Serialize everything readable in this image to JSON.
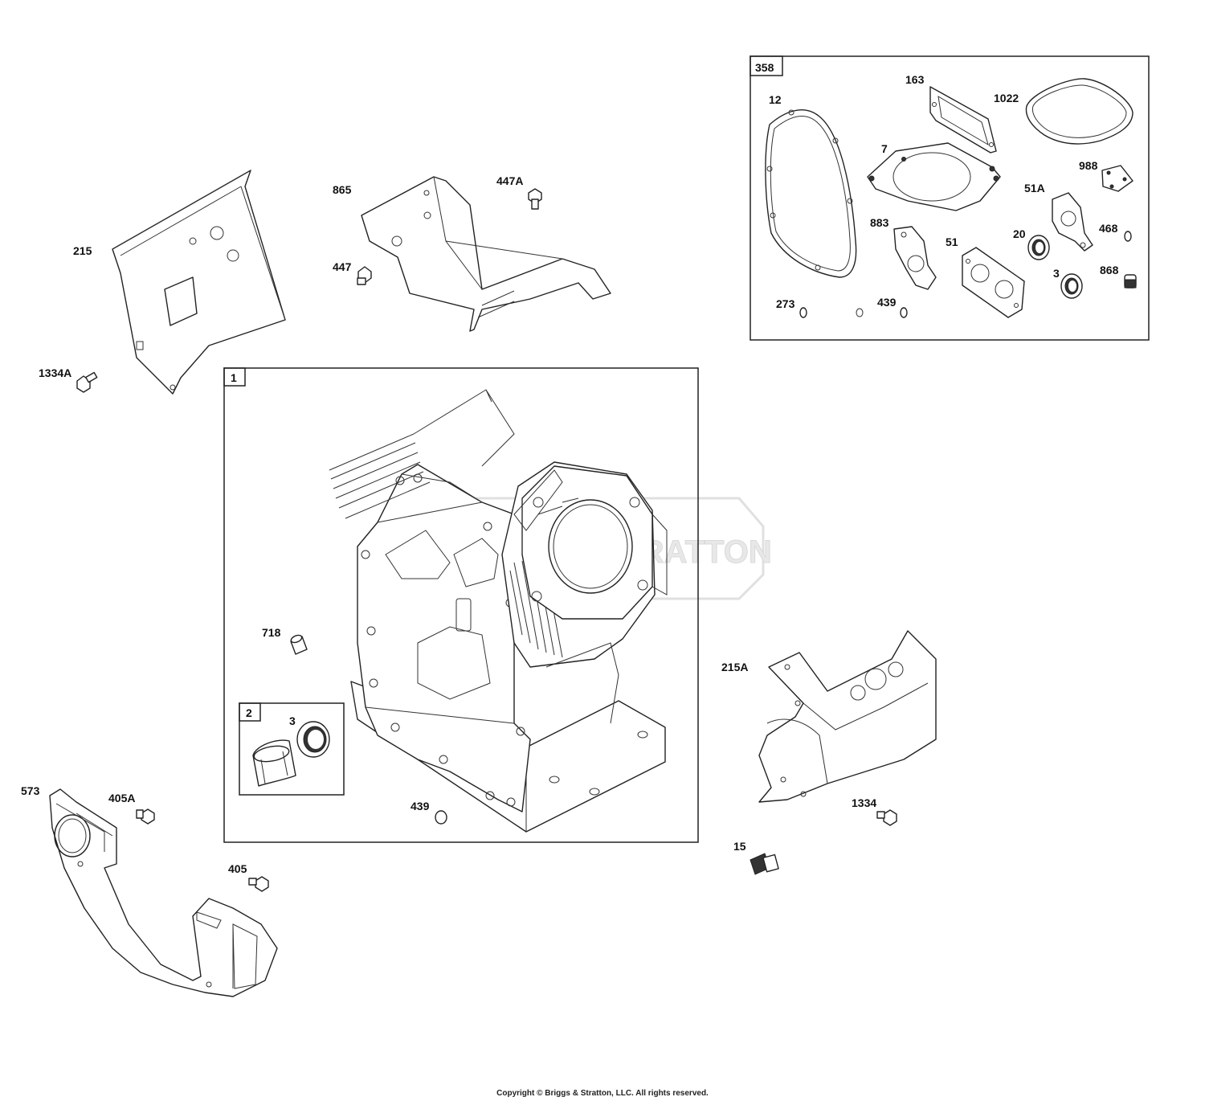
{
  "kits": [
    {
      "id": "kit-358",
      "label": "358"
    },
    {
      "id": "kit-1",
      "label": "1"
    },
    {
      "id": "kit-2",
      "label": "2"
    }
  ],
  "callouts": {
    "c215": "215",
    "c1334A": "1334A",
    "c865": "865",
    "c447A": "447A",
    "c447": "447",
    "c12": "12",
    "c163": "163",
    "c1022": "1022",
    "c7": "7",
    "c988": "988",
    "c51A": "51A",
    "c883": "883",
    "c51": "51",
    "c20": "20",
    "c468": "468",
    "c3_kit358": "3",
    "c868": "868",
    "c273": "273",
    "c439_kit358": "439",
    "c718": "718",
    "c3_kit2": "3",
    "c439_kit1": "439",
    "c215A": "215A",
    "c1334": "1334",
    "c15": "15",
    "c573": "573",
    "c405A": "405A",
    "c405": "405"
  },
  "watermark": {
    "text": "BRIGGS&STRATTON"
  },
  "copyright": "Copyright © Briggs & Stratton, LLC. All rights reserved."
}
